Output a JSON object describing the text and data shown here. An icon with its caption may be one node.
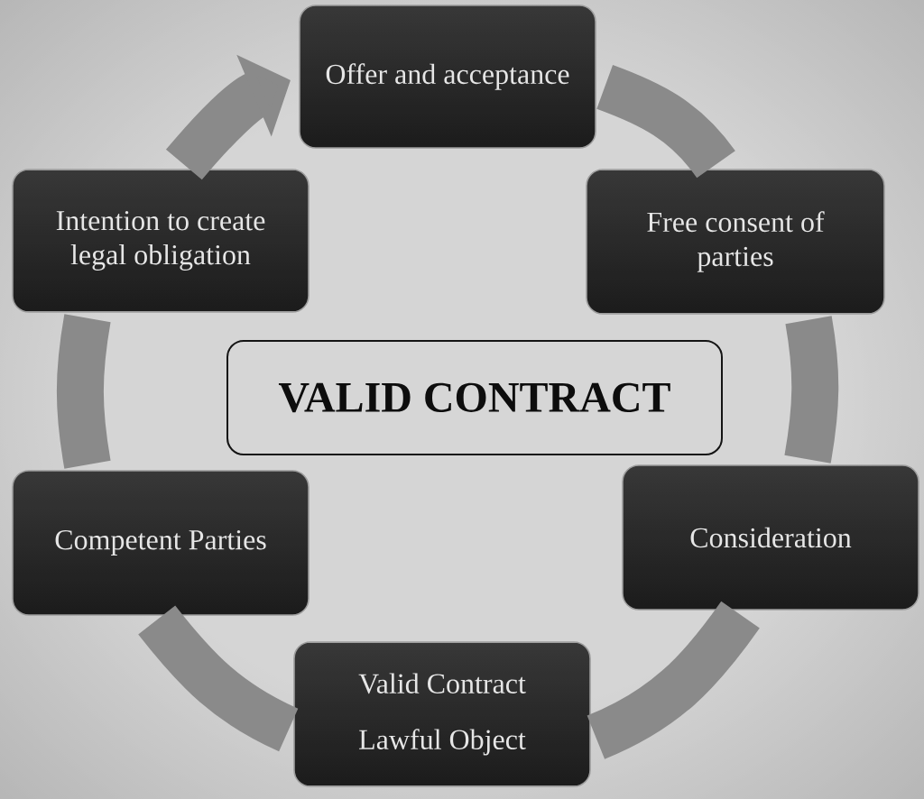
{
  "diagram": {
    "nodes": [
      {
        "text": [
          "Offer and acceptance"
        ]
      },
      {
        "text": [
          "Intention to create legal obligation"
        ]
      },
      {
        "text": [
          "Free consent of parties"
        ]
      },
      {
        "text": [
          "VALID CONTRACT"
        ]
      },
      {
        "text": [
          "Competent Parties"
        ]
      },
      {
        "text": [
          "Consideration"
        ]
      },
      {
        "text": [
          "Valid Contract",
          "Lawful Object"
        ]
      }
    ],
    "edges": [
      {
        "from": 0,
        "to": 2,
        "arrow": "none"
      },
      {
        "from": 2,
        "to": 5,
        "arrow": "none"
      },
      {
        "from": 5,
        "to": 6,
        "arrow": "none"
      },
      {
        "from": 6,
        "to": 4,
        "arrow": "none"
      },
      {
        "from": 4,
        "to": 1,
        "arrow": "none"
      },
      {
        "from": 1,
        "to": 0,
        "arrow": "to"
      }
    ]
  }
}
